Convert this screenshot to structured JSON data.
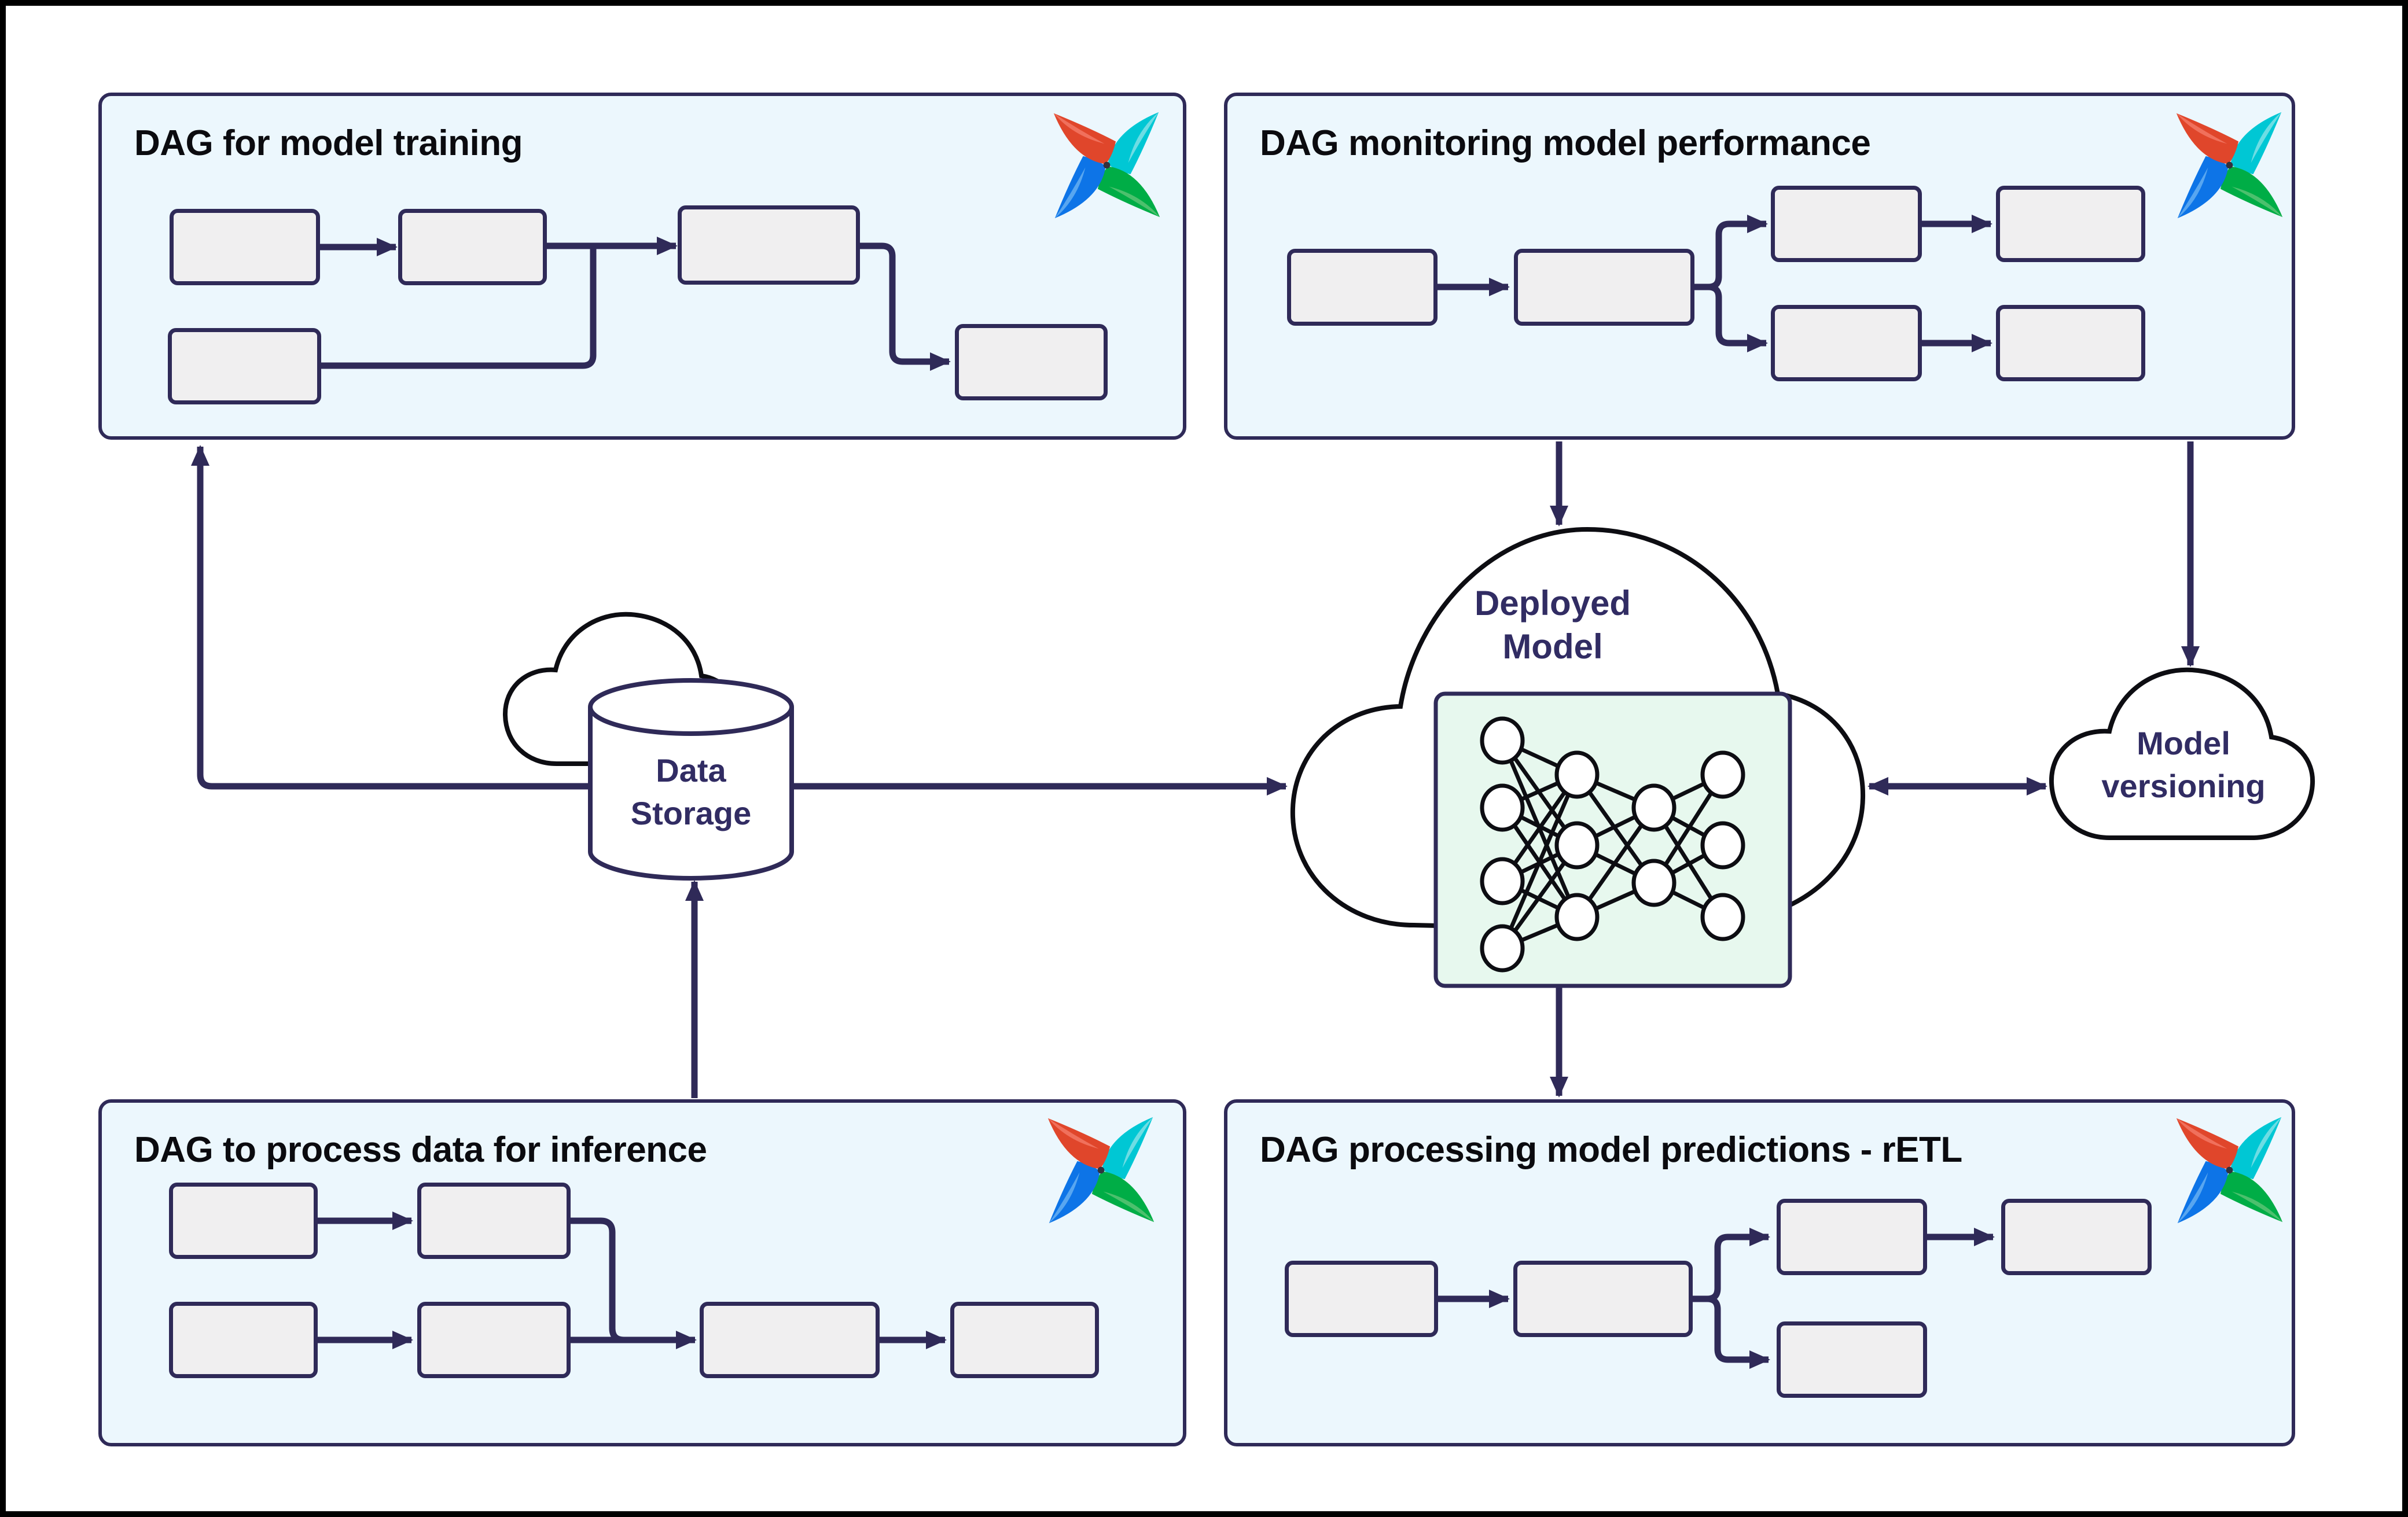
{
  "diagram": {
    "panels": [
      {
        "id": "training",
        "title": "DAG for model training"
      },
      {
        "id": "monitoring",
        "title": "DAG monitoring model performance"
      },
      {
        "id": "inference",
        "title": "DAG to process data for inference"
      },
      {
        "id": "retl",
        "title": "DAG processing model predictions - rETL"
      }
    ],
    "nodes": {
      "storage": {
        "label": "Data Storage"
      },
      "deployed": {
        "label": "Deployed Model"
      },
      "versioning": {
        "label": "Model versioning"
      }
    },
    "colors": {
      "accent": "#2f2a58",
      "panel_bg": "#ecf7fd",
      "box_fill": "#f0eff0",
      "outline_black": "#0d0d12",
      "mint_fill": "#e7f8ee",
      "title_text": "#0b0b0f",
      "label_text": "#312c63",
      "logo_red": "#e0462b",
      "logo_red_light": "#f0705c",
      "logo_cyan": "#00c7d4",
      "logo_cyan_light": "#6ddde4",
      "logo_green": "#00ad46",
      "logo_green_light": "#4cc06d",
      "logo_blue": "#0d74e7",
      "logo_blue_light": "#58a6f0"
    }
  }
}
